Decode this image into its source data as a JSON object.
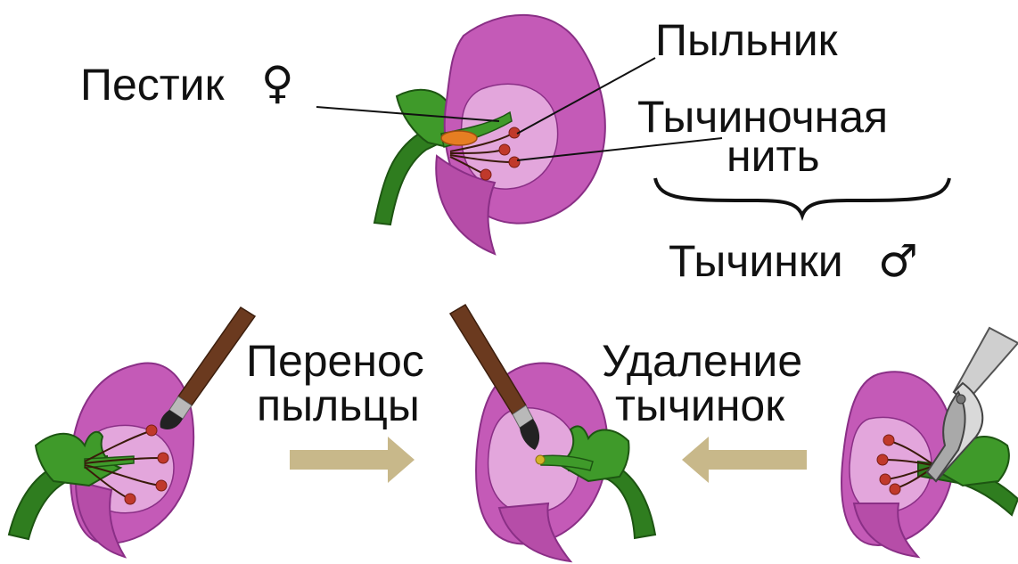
{
  "labels": {
    "pistil": "Пестик",
    "female_symbol": "♀",
    "anther": "Пыльник",
    "filament_line1": "Тычиночная",
    "filament_line2": "нить",
    "stamens": "Тычинки",
    "male_symbol": "♂",
    "transfer_line1": "Перенос",
    "transfer_line2": "пыльцы",
    "removal_line1": "Удаление",
    "removal_line2": "тычинок"
  },
  "colors": {
    "petal": "#c45ab7",
    "petal_light": "#e3a6dc",
    "petal_outline": "#8a2f86",
    "stem": "#2f7d1f",
    "anther": "#c0392b",
    "ovary": "#e67e22",
    "arrow": "#c8b88a",
    "brush_handle": "#6b3a1f",
    "brush_tip": "#222222"
  },
  "icons": [
    "flower-illustration",
    "paintbrush-icon",
    "scissors-icon",
    "arrow-right-icon",
    "arrow-left-icon",
    "brace-icon"
  ]
}
